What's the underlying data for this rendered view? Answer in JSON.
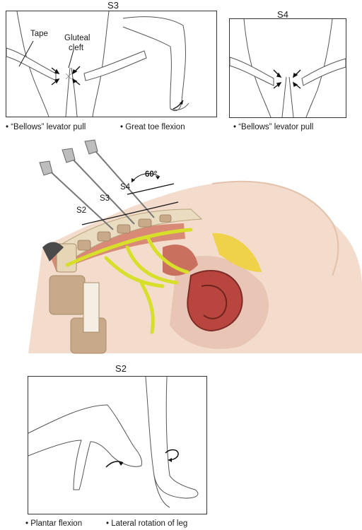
{
  "panel_s3": {
    "title": "S3",
    "label_tape": "Tape",
    "label_gluteal": "Gluteal",
    "label_cleft": "cleft",
    "caption_left": "• “Bellows” levator pull",
    "caption_right": "• Great toe flexion"
  },
  "panel_s4": {
    "title": "S4",
    "caption": "• “Bellows” levator pull"
  },
  "center": {
    "angle_label": "60°",
    "needle_s4": "S4",
    "needle_s3": "S3",
    "needle_s2": "S2"
  },
  "panel_s2": {
    "title": "S2",
    "caption_left": "• Plantar flexion",
    "caption_right": "• Lateral rotation of leg"
  },
  "colors": {
    "skin": "#f3dccb",
    "bone": "#e9dcc0",
    "nerve": "#d8df2a",
    "muscle": "#c9705f",
    "bowel": "#b8463f"
  }
}
